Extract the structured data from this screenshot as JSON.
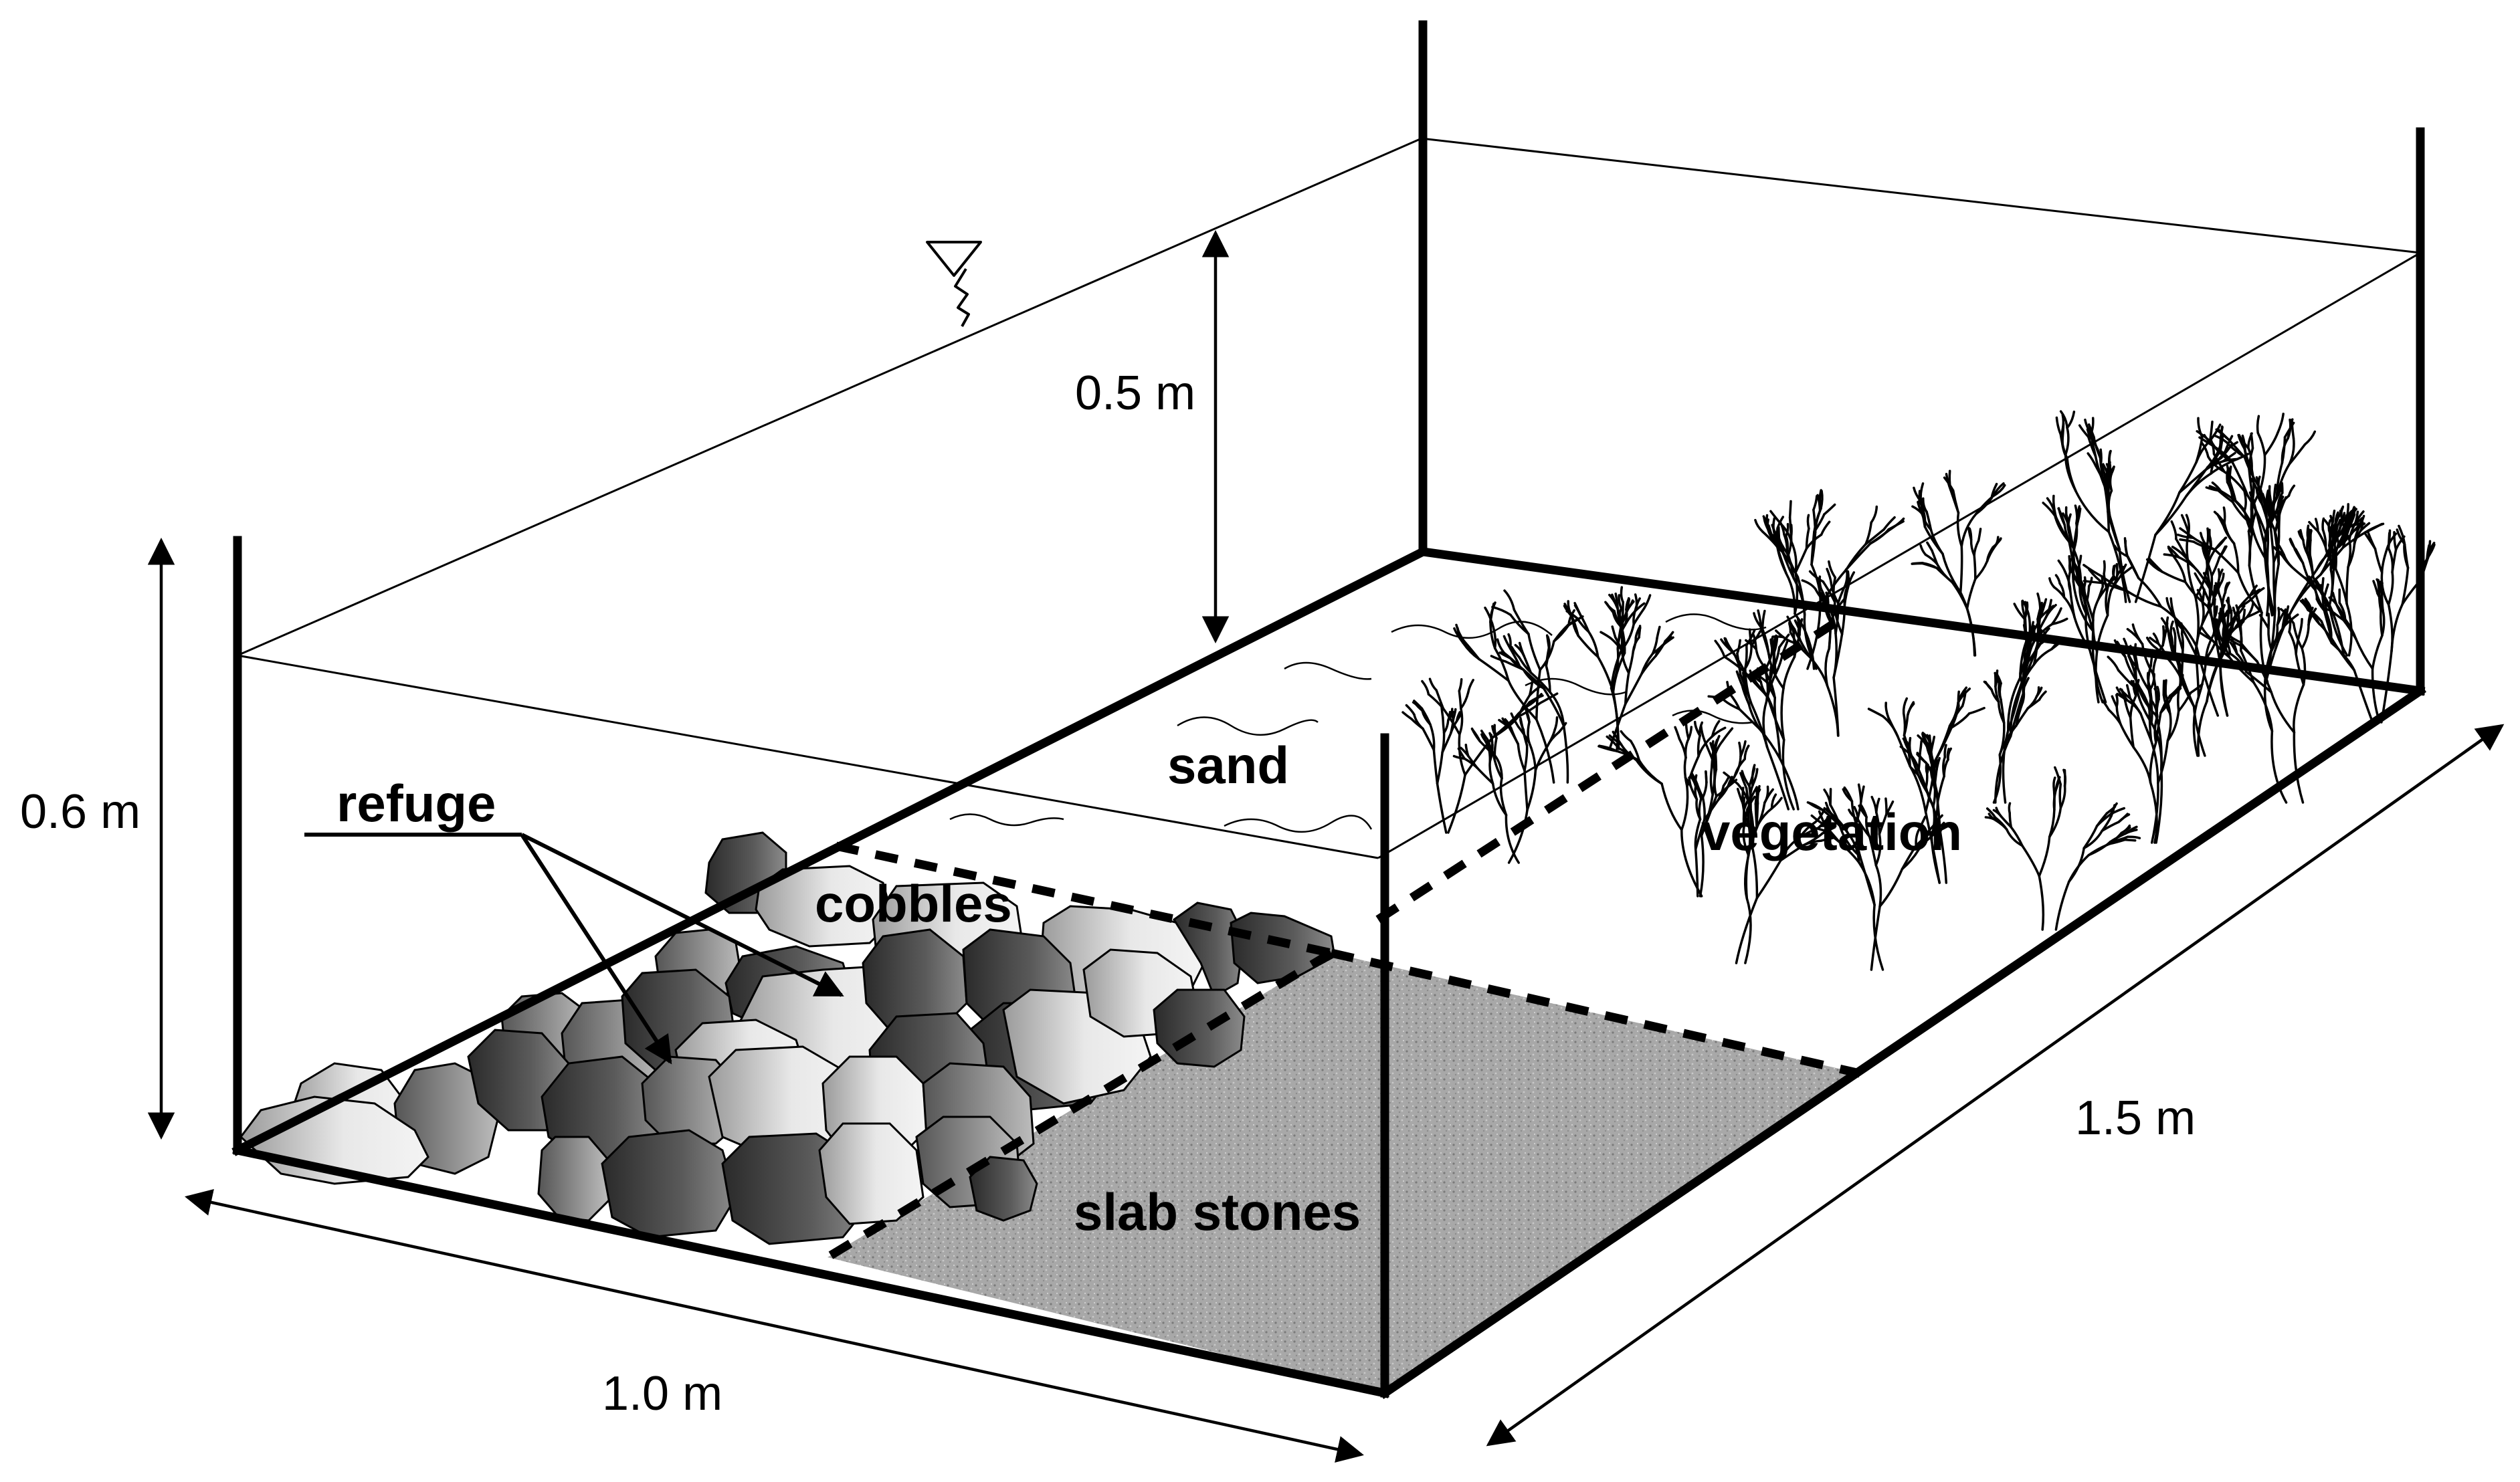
{
  "dimensions": {
    "depth_water": "0.5 m",
    "height_tank": "0.6 m",
    "width": "1.0 m",
    "length": "1.5 m"
  },
  "zones": {
    "sand": "sand",
    "cobbles": "cobbles",
    "vegetation": "vegetation",
    "slab_stones": "slab stones",
    "refuge": "refuge"
  },
  "colors": {
    "line": "#000000",
    "slab_fill": "#a9a9a9",
    "cobble_light": "#e6e6e6",
    "cobble_dark": "#3a3a3a",
    "background": "#ffffff"
  },
  "icons": {
    "water_level": "water-surface-triangle-icon"
  }
}
